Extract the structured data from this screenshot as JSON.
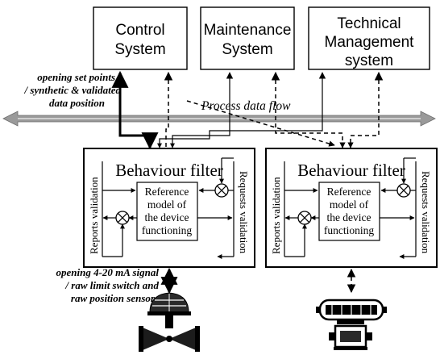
{
  "systems": [
    {
      "line1": "Control",
      "line2": "System",
      "line3": ""
    },
    {
      "line1": "Maintenance",
      "line2": "System",
      "line3": ""
    },
    {
      "line1": "Technical",
      "line2": "Management",
      "line3": "system"
    }
  ],
  "flow_label": "Process data flow",
  "annotation_top": [
    "opening set points",
    "/ synthetic  & validated",
    "data position"
  ],
  "annotation_bottom": [
    "opening 4-20 mA signal",
    "/ raw limit switch and",
    "raw position sensors"
  ],
  "filters": [
    {
      "title": "Behaviour filter",
      "model": [
        "Reference",
        "model of",
        "the device",
        "functioning"
      ],
      "left_label": "Reports validation",
      "right_label": "Requests validation"
    },
    {
      "title": "Behaviour filter",
      "model": [
        "Reference",
        "model of",
        "the device",
        "functioning"
      ],
      "left_label": "Reports validation",
      "right_label": "Requests validation"
    }
  ],
  "devices": [
    "valve-actuator-icon",
    "electric-actuator-icon"
  ],
  "colors": {
    "ink": "#000000",
    "flow_arrow": "#9a9a9a"
  }
}
